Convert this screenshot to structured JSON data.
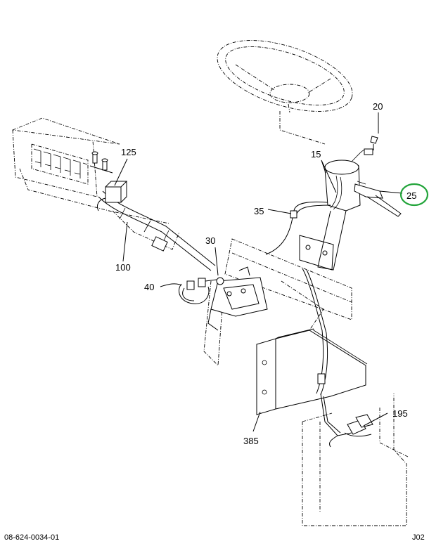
{
  "callouts": {
    "c20": "20",
    "c15": "15",
    "c25": "25",
    "c35": "35",
    "c125": "125",
    "c30": "30",
    "c100": "100",
    "c40": "40",
    "c195": "195",
    "c385": "385"
  },
  "highlight": {
    "callout": "25",
    "color": "#22a43a"
  },
  "footer": {
    "drawing_number": "08-624-0034-01",
    "sheet": "J02"
  }
}
